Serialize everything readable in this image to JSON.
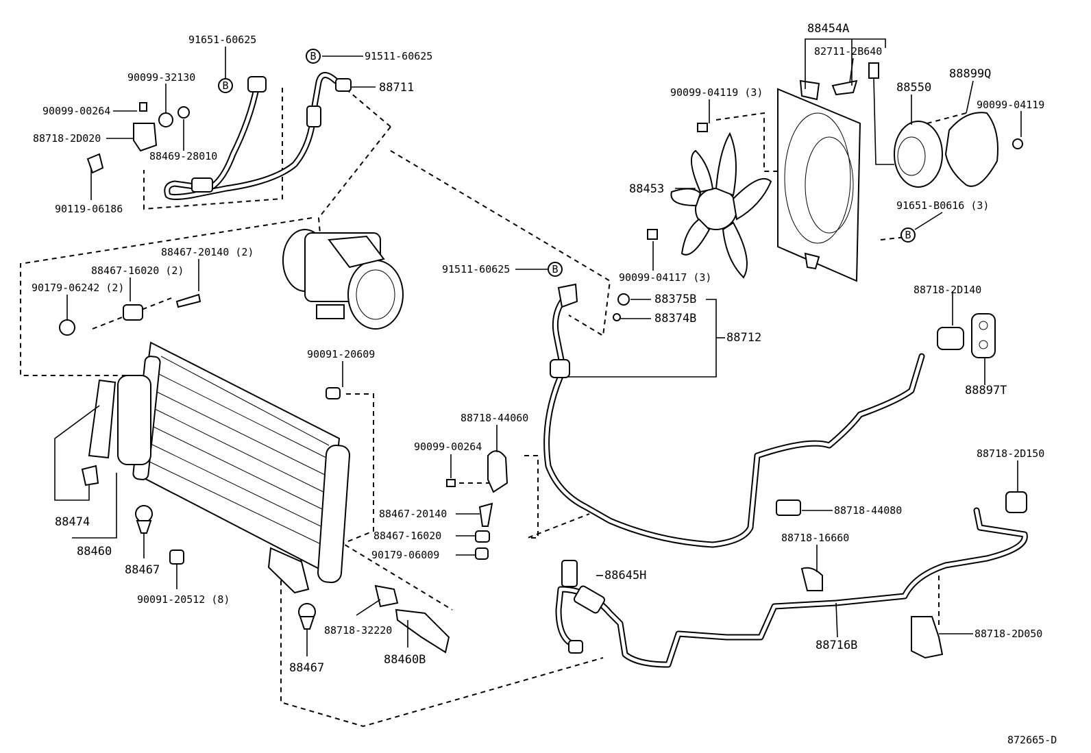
{
  "labels": {
    "l91651_60625": "91651-60625",
    "l91511_60625_top": "91511-60625",
    "l88711": "88711",
    "l90099_32130": "90099-32130",
    "l90099_00264_top": "90099-00264",
    "l88718_2D020": "88718-2D020",
    "l88469_28010": "88469-28010",
    "l90119_06186": "90119-06186",
    "l88467_20140_2": "88467-20140 (2)",
    "l88467_16020_2": "88467-16020 (2)",
    "l90179_06242_2": "90179-06242 (2)",
    "l90091_20609": "90091-20609",
    "l88474": "88474",
    "l88460": "88460",
    "l88467_a": "88467",
    "l90091_20512": "90091-20512 (8)",
    "l88467_b": "88467",
    "l88718_32220": "88718-32220",
    "l88460B": "88460B",
    "l88718_44060": "88718-44060",
    "l90099_00264_mid": "90099-00264",
    "l88467_20140": "88467-20140",
    "l88467_16020": "88467-16020",
    "l90179_06009": "90179-06009",
    "l91511_60625_mid": "91511-60625",
    "l88375B": "88375B",
    "l88374B": "88374B",
    "l88712": "88712",
    "l88454A": "88454A",
    "l82711_2B640": "82711-2B640",
    "l90099_04119_3": "90099-04119 (3)",
    "l88550": "88550",
    "l88899Q": "88899Q",
    "l90099_04119": "90099-04119",
    "l88453": "88453",
    "l91651_B0616": "91651-B0616 (3)",
    "l90099_04117": "90099-04117 (3)",
    "l88718_2D140": "88718-2D140",
    "l88897T": "88897T",
    "l88718_2D150": "88718-2D150",
    "l88718_44080": "88718-44080",
    "l88718_16660": "88718-16660",
    "l88645H": "88645H",
    "l88716B": "88716B",
    "l88718_2D050": "88718-2D050",
    "ref_code": "872665-D",
    "marker_b": "B"
  }
}
